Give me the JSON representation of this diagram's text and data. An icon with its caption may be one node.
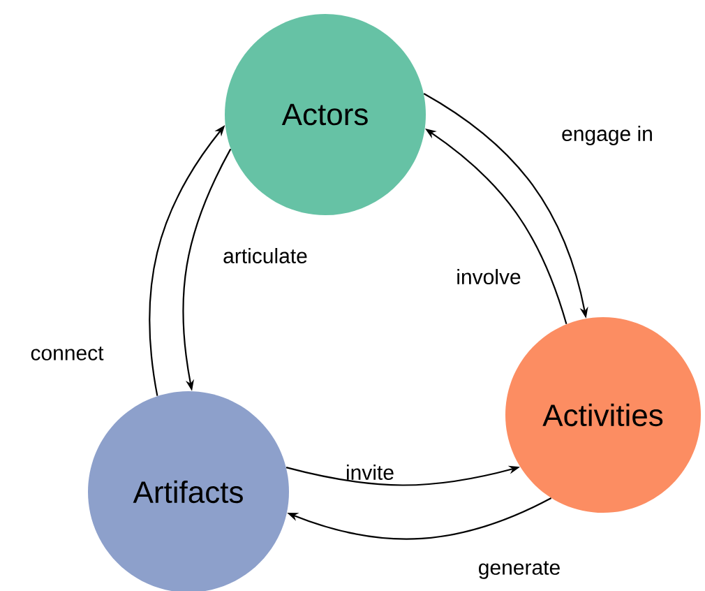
{
  "diagram": {
    "nodes": [
      {
        "text": [
          "Actors"
        ]
      },
      {
        "text": [
          "Activities"
        ]
      },
      {
        "text": [
          "Artifacts"
        ]
      }
    ],
    "edges": [
      {
        "from": 0,
        "to": 1,
        "arrow": "to",
        "label": "engage in"
      },
      {
        "from": 1,
        "to": 0,
        "arrow": "to",
        "label": "involve"
      },
      {
        "from": 2,
        "to": 0,
        "arrow": "to",
        "label": "connect"
      },
      {
        "from": 0,
        "to": 2,
        "arrow": "to",
        "label": "articulate"
      },
      {
        "from": 2,
        "to": 1,
        "arrow": "to",
        "label": "invite"
      },
      {
        "from": 1,
        "to": 2,
        "arrow": "to",
        "label": "generate"
      }
    ]
  }
}
